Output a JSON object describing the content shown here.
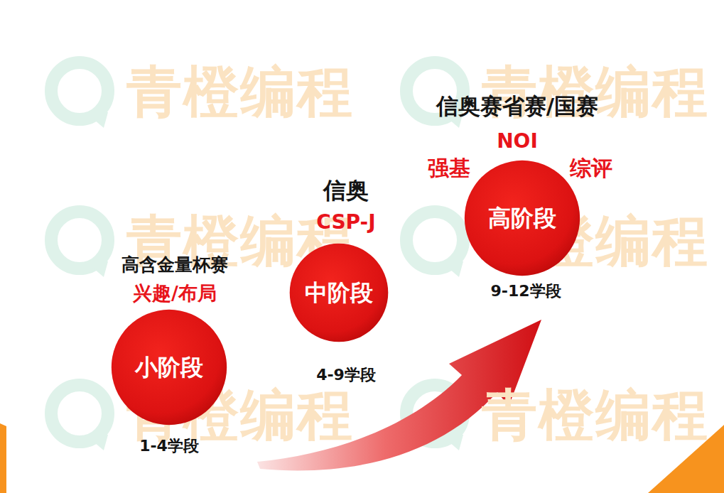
{
  "diagram": {
    "nodes": [
      {
        "text": [
          "高含金量杯赛",
          "兴趣/布局",
          "小阶段",
          "1-4学段"
        ]
      },
      {
        "text": [
          "信奥",
          "CSP-J",
          "中阶段",
          "4-9学段"
        ]
      },
      {
        "text": [
          "信奥赛省赛/国赛",
          "NOI",
          "强基",
          "综评",
          "高阶段",
          "9-12学段"
        ]
      }
    ],
    "labels": [
      "青橙编程",
      "青橙编程",
      "青橙编程",
      "青橙编程",
      "青橙编程",
      "青橙编程"
    ]
  }
}
